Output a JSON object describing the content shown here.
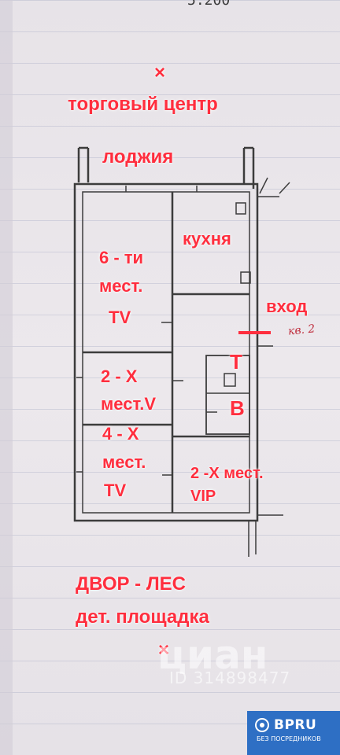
{
  "labels": {
    "top_x": "×",
    "mall": "торговый центр",
    "loggia": "лоджия",
    "kitchen": "кухня",
    "room6_line1": "6 - ти",
    "room6_line2": "мест.",
    "room6_line3": "TV",
    "entrance": "вход",
    "toilet": "Т",
    "bath": "В",
    "room2_line1": "2 - Х",
    "room2_line2": "мест.V",
    "room4_line1": "4 - Х",
    "room4_line2": "мест.",
    "room4_line3": "TV",
    "vip_line1": "2 -Х мест.",
    "vip_line2": "VIP",
    "yard": "ДВОР  -  ЛЕС",
    "playground": "дет. площадка",
    "bottom_x": "×"
  },
  "annotations": {
    "top_number": "5.200",
    "handwritten": "кв. 2"
  },
  "watermark": {
    "brand": "циан",
    "id": "ID 314898477"
  },
  "badge": {
    "title": "BPRU",
    "subtitle": "БЕЗ ПОСРЕДНИКОВ"
  },
  "colors": {
    "label": "#ff2e3e",
    "badge": "#2e6fc4"
  }
}
